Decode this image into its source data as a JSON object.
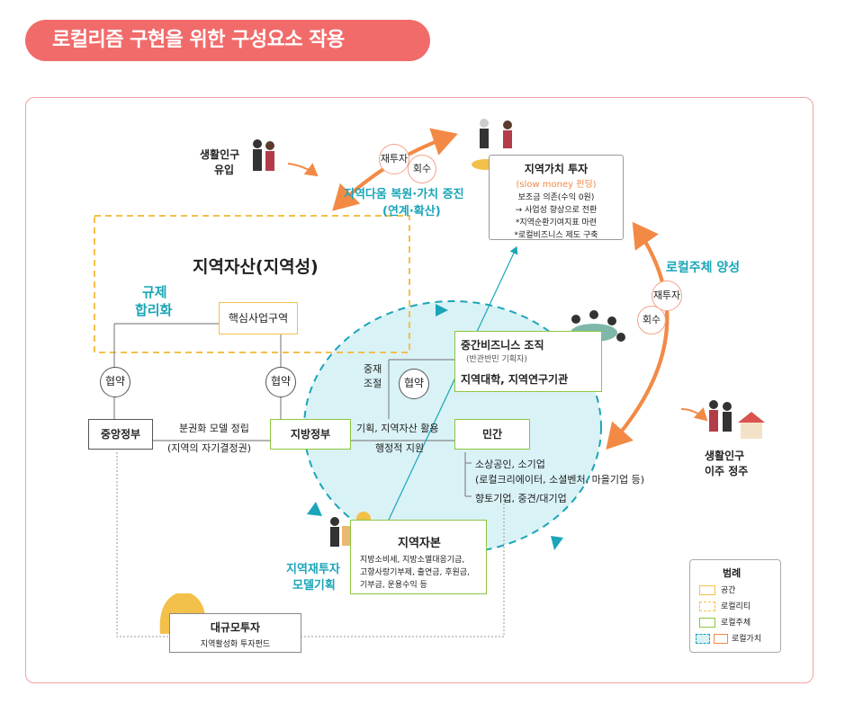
{
  "title": "로컬리즘 구현을 위한 구성요소 작용",
  "regional_asset": "지역자산(지역성)",
  "core_zone": "핵심사업구역",
  "regulation": [
    "규제",
    "합리화"
  ],
  "agreement": "협약",
  "central_gov": "중앙정부",
  "local_gov": "지방정부",
  "private": "민간",
  "decentral": [
    "분권화 모델 정립",
    "(지역의 자기결정권)"
  ],
  "plan_support": [
    "기획, 지역자산 활용",
    "행정적 지원"
  ],
  "mediate": [
    "중재",
    "조절"
  ],
  "middle_biz": {
    "title": "중간비즈니스 조직",
    "sub": "(반관반민 기획자)",
    "univ": "지역대학, 지역연구기관"
  },
  "private_items": [
    "소상공인, 소기업",
    "(로컬크리에이터, 소셜벤처, 마을기업 등)",
    "향토기업, 중견/대기업"
  ],
  "population_in": [
    "생활인구",
    "유입"
  ],
  "population_settle": [
    "생활인구",
    "이주 정주"
  ],
  "reinvest": "재투자",
  "recover": "회수",
  "restore": [
    "지역다움 복원·가치 증진",
    "(연계·확산)"
  ],
  "value_invest": {
    "title": "지역가치 투자",
    "sub": "(slow money 펀딩)",
    "lines": [
      "보조금 의존(수익 0원)",
      "→ 사업성 향상으로 전환",
      "*지역순환기여지표 마련",
      "*로컬비즈니스 제도 구축"
    ]
  },
  "local_actor": "로컬주체 양성",
  "regional_capital": {
    "title": "지역자본",
    "lines": [
      "지방소비세, 지방소멸대응기금,",
      "고향사랑기부제, 출연금, 후원금,",
      "기부금, 운용수익 등"
    ]
  },
  "reinvest_model": [
    "지역재투자",
    "모델기획"
  ],
  "large_invest": {
    "title": "대규모투자",
    "sub": "지역활성화 투자펀드"
  },
  "legend": {
    "title": "범례",
    "items": [
      "공간",
      "로컬리티",
      "로컬주체",
      "로컬가치"
    ]
  },
  "colors": {
    "accent": "#f26b6b",
    "orange": "#f28a46",
    "teal": "#1aa5b8",
    "green": "#8cc63f",
    "yellow": "#f3c04a"
  }
}
